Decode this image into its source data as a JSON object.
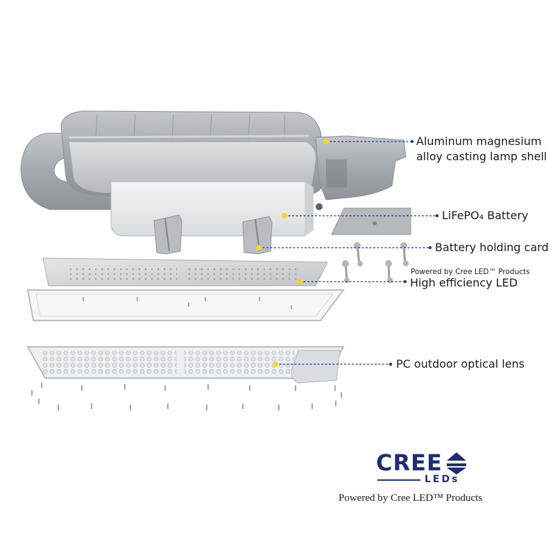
{
  "callouts": {
    "shell_line1": "Aluminum magnesium",
    "shell_line2": "alloy casting lamp shell",
    "battery": "LiFePO₄ Battery",
    "holding_card": "Battery holding card",
    "led_note": "Powered by Cree LED™ Products",
    "led": "High efficiency LED",
    "lens": "PC outdoor optical lens"
  },
  "logo": {
    "wordmark": "CREE",
    "sub": "LEDs",
    "tagline": "Powered by Cree LED™ Products"
  },
  "colors": {
    "housing": "#a9aeb3",
    "panel": "#d7dadd",
    "leader": "#1e3a78",
    "dot": "#f2d633",
    "brand": "#1f2f6e"
  }
}
